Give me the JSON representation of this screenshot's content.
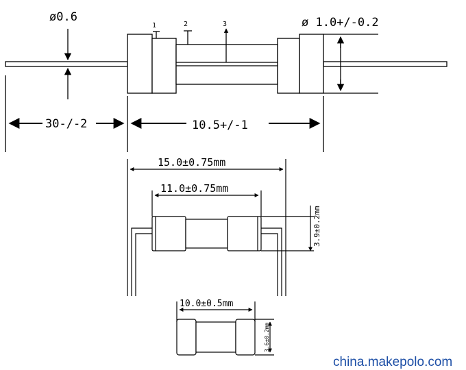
{
  "top_view": {
    "lead_diameter": "ø0.6",
    "body_diameter": "ø 1.0+/-0.2",
    "lead_length": "30-/-2",
    "body_length": "10.5+/-1",
    "callout_1": "1",
    "callout_2": "2",
    "callout_3": "3"
  },
  "middle_view": {
    "overall_length": "15.0±0.75mm",
    "body_length": "11.0±0.75mm",
    "diameter": "3.9±0.2mm"
  },
  "bottom_view": {
    "length": "10.0±0.5mm",
    "diameter": "3.6±0.2mm"
  },
  "watermark": "china.makepolo.com"
}
